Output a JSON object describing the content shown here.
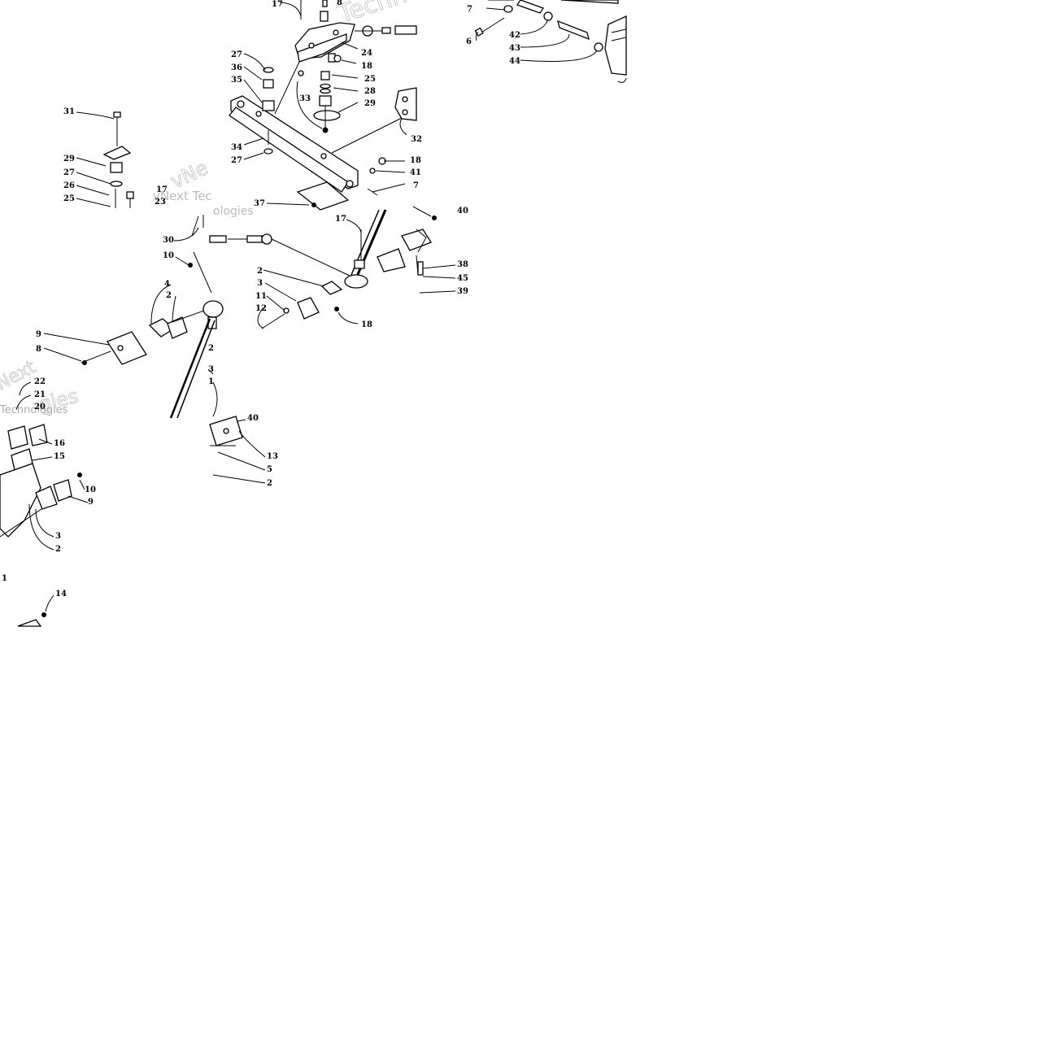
{
  "watermarks": [
    "Techno",
    "vNe",
    "vNext Tec",
    "ologies",
    "Next",
    "Technologies",
    "gies"
  ],
  "callouts": {
    "top_17": "17",
    "top_8": "8",
    "top_24": "24",
    "top_18": "18",
    "c27a": "27",
    "c36": "36",
    "c35": "35",
    "c33": "33",
    "c25a": "25",
    "c28": "28",
    "c25b": "25",
    "c29a": "29",
    "c34": "34",
    "c27b": "27",
    "c32": "32",
    "c18b": "18",
    "c41": "41",
    "c7b": "7",
    "tr_7": "7",
    "tr_6": "6",
    "tr_42": "42",
    "tr_43": "43",
    "tr_44": "44",
    "l31": "31",
    "l29": "29",
    "l27": "27",
    "l26": "26",
    "l25": "25",
    "l17": "17",
    "l23": "23",
    "c37": "37",
    "c30": "30",
    "c10": "10",
    "c4": "4",
    "c2a": "2",
    "c9": "9",
    "c8": "8",
    "c2b": "2",
    "m17": "17",
    "m40": "40",
    "m2": "2",
    "m3": "3",
    "m11": "11",
    "m12": "12",
    "m18": "18",
    "m38": "38",
    "m45": "45",
    "m39": "39",
    "b3": "3",
    "b1": "1",
    "b22": "22",
    "b21": "21",
    "b20": "20",
    "b16": "16",
    "b15": "15",
    "b10": "10",
    "b9": "9",
    "b3b": "3",
    "b2": "2",
    "b1b": "1",
    "b14": "14",
    "b40": "40",
    "b13": "13",
    "b5": "5",
    "b2c": "2"
  }
}
